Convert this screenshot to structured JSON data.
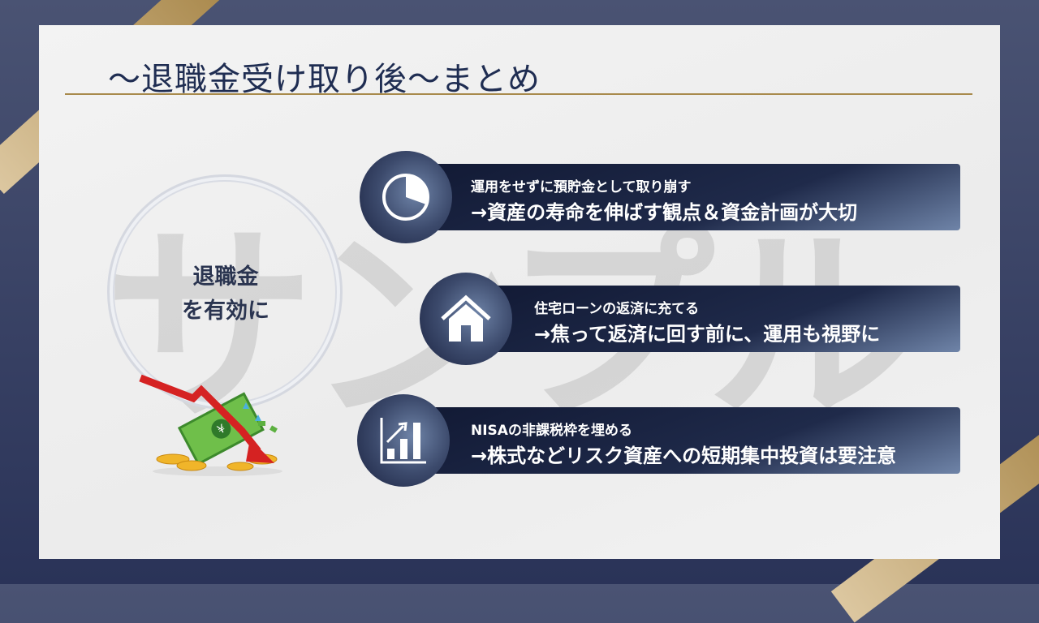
{
  "title": "～退職金受け取り後～まとめ",
  "watermark": "サンプル",
  "center": {
    "line1": "退職金",
    "line2": "を有効に"
  },
  "items": [
    {
      "icon": "pie-chart-icon",
      "line1": "運用をせずに預貯金として取り崩す",
      "line2": "→資産の寿命を伸ばす観点＆資金計画が大切"
    },
    {
      "icon": "house-icon",
      "line1": "住宅ローンの返済に充てる",
      "line2": "→焦って返済に回す前に、運用も視野に"
    },
    {
      "icon": "growth-chart-icon",
      "line1": "NISAの非課税枠を埋める",
      "line2": "→株式などリスク資産への短期集中投資は要注意"
    }
  ],
  "colors": {
    "navy": "#1f2d52",
    "gold": "#a88a4c"
  }
}
